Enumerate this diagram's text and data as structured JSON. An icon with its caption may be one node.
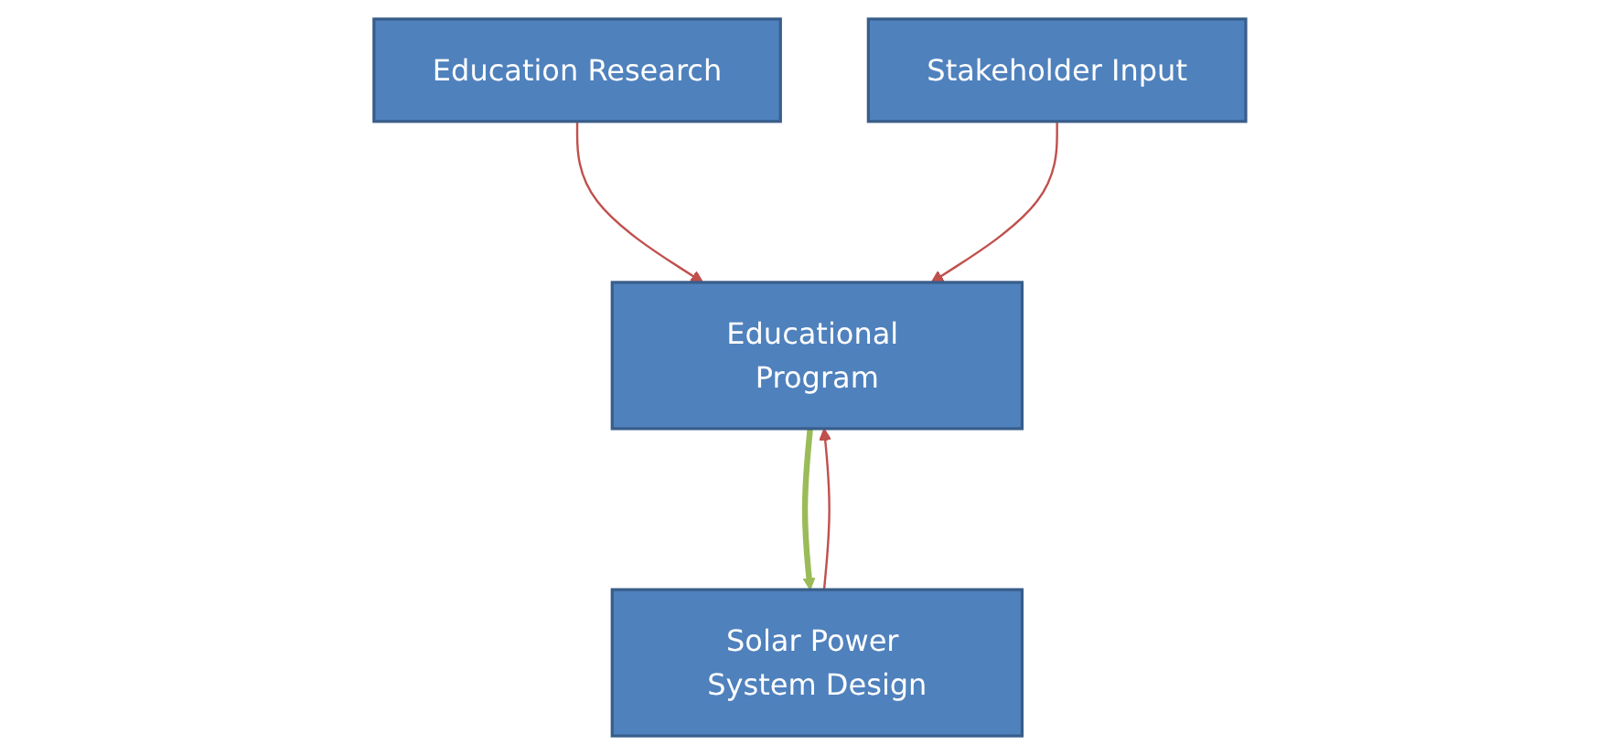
{
  "diagram": {
    "nodes": [
      {
        "text": [
          "Education Research"
        ]
      },
      {
        "text": [
          "Stakeholder Input"
        ]
      },
      {
        "text": [
          "Solar Power System Design"
        ]
      },
      {
        "text": [
          "Educational Program"
        ]
      }
    ],
    "edges": [
      {
        "from": 0,
        "to": 3,
        "arrow": "to",
        "color": "#c0504d"
      },
      {
        "from": 1,
        "to": 3,
        "arrow": "to",
        "color": "#c0504d"
      },
      {
        "from": 2,
        "to": 3,
        "arrow": "to",
        "color": "#c0504d"
      },
      {
        "from": 3,
        "to": 2,
        "arrow": "to",
        "style": "thick",
        "color": "#9bbb59"
      }
    ]
  }
}
